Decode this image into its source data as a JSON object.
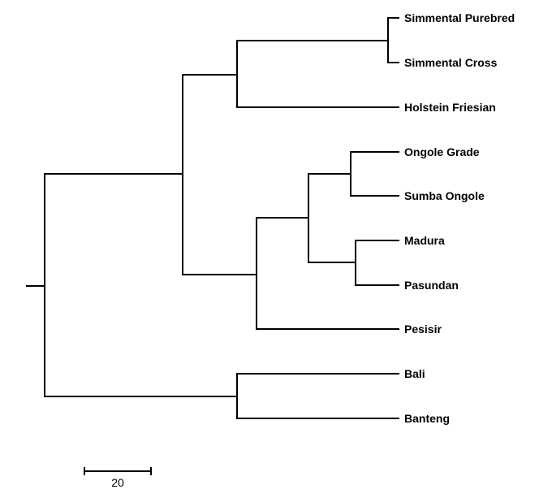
{
  "tree": {
    "leaves": [
      {
        "id": "simmental_purebred",
        "label": "Simmental Purebred"
      },
      {
        "id": "simmental_cross",
        "label": "Simmental Cross"
      },
      {
        "id": "holstein_friesian",
        "label": "Holstein Friesian"
      },
      {
        "id": "ongole_grade",
        "label": "Ongole Grade"
      },
      {
        "id": "sumba_ongole",
        "label": "Sumba Ongole"
      },
      {
        "id": "madura",
        "label": "Madura"
      },
      {
        "id": "pasundan",
        "label": "Pasundan"
      },
      {
        "id": "pesisir",
        "label": "Pesisir"
      },
      {
        "id": "bali",
        "label": "Bali"
      },
      {
        "id": "banteng",
        "label": "Banteng"
      }
    ],
    "topology": "((((Simmental Purebred,Simmental Cross),Holstein Friesian),(((Ongole Grade,Sumba Ongole),(Madura,Pasundan)),Pesisir)),(Bali,Banteng))"
  },
  "scale_bar": {
    "label": "20",
    "value": 20
  }
}
